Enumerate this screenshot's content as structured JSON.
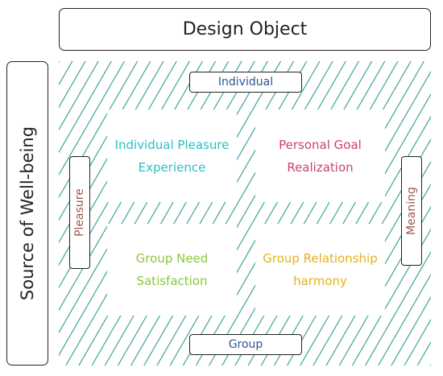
{
  "title": "Design Object",
  "side_label": "Source of Well-being",
  "axes": {
    "top": "Individual",
    "bottom": "Group",
    "left": "Pleasure",
    "right": "Meaning"
  },
  "quadrants": {
    "top_left": {
      "line1": "Individual Pleasure",
      "line2": "Experience"
    },
    "top_right": {
      "line1": "Personal Goal",
      "line2": "Realization"
    },
    "bottom_left": {
      "line1": "Group Need",
      "line2": "Satisfaction"
    },
    "bottom_right": {
      "line1": "Group Relationship",
      "line2": "harmony"
    }
  },
  "colors": {
    "hatch": "#2a9d8f",
    "individual_pleasure": "#2bbfc4",
    "personal_goal": "#c9436f",
    "group_need": "#8cc63f",
    "group_relationship": "#e2b21c",
    "axis_tag_vertical": "#a0564b",
    "axis_tag_horizontal": "#2f5597"
  }
}
